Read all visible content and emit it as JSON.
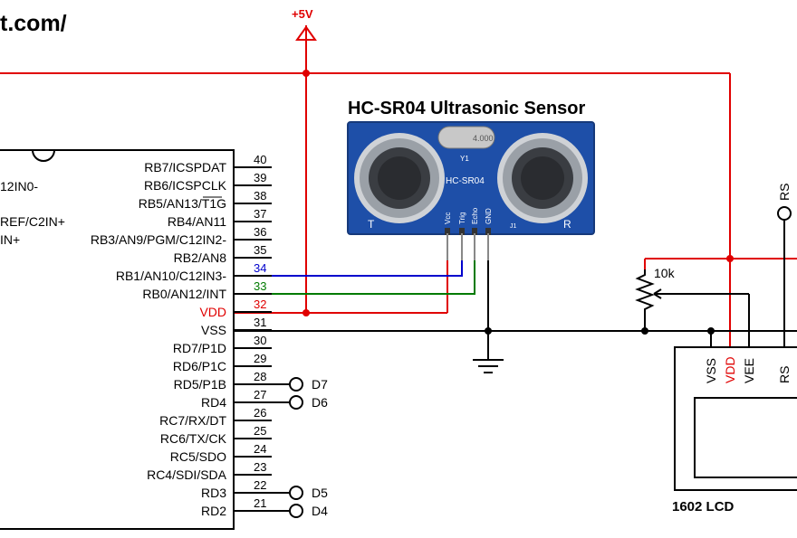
{
  "header": {
    "site_fragment": "t.com/"
  },
  "supply": {
    "label": "+5V"
  },
  "sensor": {
    "title": "HC-SR04 Ultrasonic Sensor",
    "board_text": "HC-SR04",
    "crystal_text": "4.000",
    "y1": "Y1",
    "j1": "J1",
    "t_mark": "T",
    "r_mark": "R",
    "pins": [
      "Vcc",
      "Trig",
      "Echo",
      "GND"
    ]
  },
  "mcu": {
    "left_labels": [
      "12IN0-",
      "REF/C2IN+",
      "IN+"
    ],
    "pins": [
      {
        "name": "RB7/ICSPDAT",
        "num": "40"
      },
      {
        "name": "RB6/ICSPCLK",
        "num": "39"
      },
      {
        "name": "RB5/AN13/T1G",
        "num": "38"
      },
      {
        "name": "RB4/AN11",
        "num": "37"
      },
      {
        "name": "RB3/AN9/PGM/C12IN2-",
        "num": "36"
      },
      {
        "name": "RB2/AN8",
        "num": "35"
      },
      {
        "name": "RB1/AN10/C12IN3-",
        "num": "34"
      },
      {
        "name": "RB0/AN12/INT",
        "num": "33"
      },
      {
        "name": "VDD",
        "num": "32"
      },
      {
        "name": "VSS",
        "num": "31"
      },
      {
        "name": "RD7/P1D",
        "num": "30"
      },
      {
        "name": "RD6/P1C",
        "num": "29"
      },
      {
        "name": "RD5/P1B",
        "num": "28"
      },
      {
        "name": "RD4",
        "num": "27"
      },
      {
        "name": "RC7/RX/DT",
        "num": "26"
      },
      {
        "name": "RC6/TX/CK",
        "num": "25"
      },
      {
        "name": "RC5/SDO",
        "num": "24"
      },
      {
        "name": "RC4/SDI/SDA",
        "num": "23"
      },
      {
        "name": "RD3",
        "num": "22"
      },
      {
        "name": "RD2",
        "num": "21"
      }
    ],
    "terminals": [
      "D7",
      "D6",
      "D5",
      "D4"
    ]
  },
  "pot": {
    "label": "10k"
  },
  "lcd": {
    "title": "1602 LCD",
    "pins": [
      "VSS",
      "VDD",
      "VEE",
      "RS"
    ],
    "rs_terminal": "RS"
  },
  "colors": {
    "power": "#e00000",
    "trig": "#0000cc",
    "echo": "#007a00",
    "wire": "#000000",
    "board": "#1e4fa8"
  }
}
